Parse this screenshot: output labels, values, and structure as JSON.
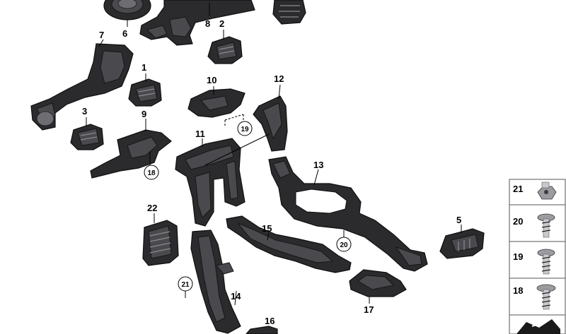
{
  "labels": {
    "p1": "1",
    "p2": "2",
    "p3": "3",
    "p5": "5",
    "p6": "6",
    "p7": "7",
    "p8": "8",
    "p9": "9",
    "p10": "10",
    "p11": "11",
    "p12": "12",
    "p13": "13",
    "p14": "14",
    "p15": "15",
    "p16": "16",
    "p17": "17",
    "p22": "22"
  },
  "circled": {
    "c18": "18",
    "c19": "19",
    "c20": "20",
    "c21": "21"
  },
  "legend": [
    "21",
    "20",
    "19",
    "18"
  ]
}
